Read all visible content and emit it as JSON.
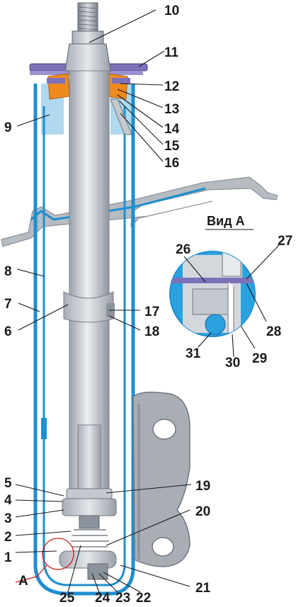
{
  "inset": {
    "title": "Вид А"
  },
  "detail_marker": {
    "label": "А",
    "color": "#d42020"
  },
  "callouts": [
    "1",
    "2",
    "3",
    "4",
    "5",
    "6",
    "7",
    "8",
    "9",
    "10",
    "11",
    "12",
    "13",
    "14",
    "15",
    "16",
    "17",
    "18",
    "19",
    "20",
    "21",
    "22",
    "23",
    "24",
    "25",
    "26",
    "27",
    "28",
    "29",
    "30",
    "31"
  ],
  "colors": {
    "housing_blue": "#1e8fd0",
    "inset_blue": "#2aa2df",
    "metal_gray": "#c4c9d0",
    "dark_gray": "#8b929b",
    "seal_orange": "#ee8a1f",
    "washer_purple": "#7d72b9"
  }
}
